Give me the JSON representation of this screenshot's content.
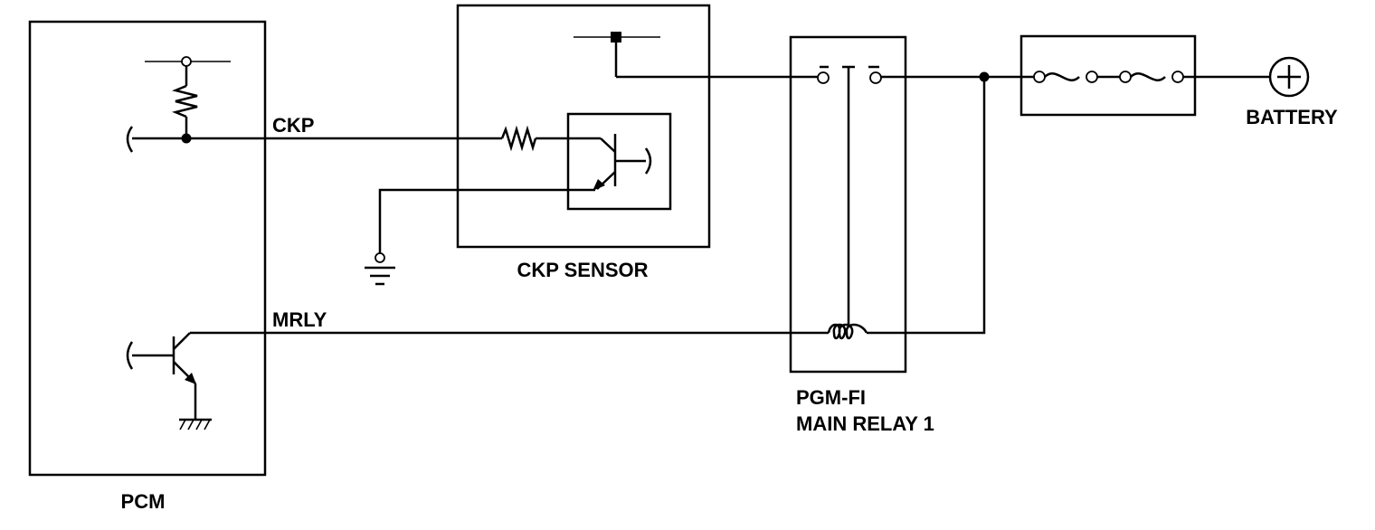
{
  "labels": {
    "pcm": "PCM",
    "ckp_sensor": "CKP SENSOR",
    "relay_line1": "PGM-FI",
    "relay_line2": "MAIN RELAY 1",
    "battery": "BATTERY",
    "ckp_wire": "CKP",
    "mrly_wire": "MRLY"
  },
  "colors": {
    "ink": "#000000",
    "background": "#ffffff"
  }
}
